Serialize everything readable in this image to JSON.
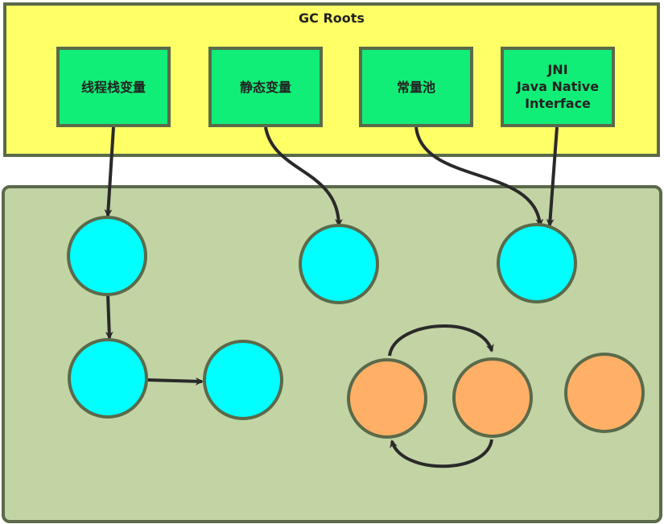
{
  "title": "GC Roots",
  "roots": [
    {
      "label": "线程栈变量"
    },
    {
      "label": "静态变量"
    },
    {
      "label": "常量池"
    },
    {
      "label_lines": [
        "JNI",
        "Java Native",
        "Interface"
      ]
    }
  ],
  "colors": {
    "roots_panel": "#ffff66",
    "root_box": "#11ee77",
    "heap_panel": "#c2d4a4",
    "reachable": "#00ffff",
    "unreachable": "#ffb066",
    "stroke": "#5a6a4a",
    "arrow": "#2a2a2a"
  }
}
